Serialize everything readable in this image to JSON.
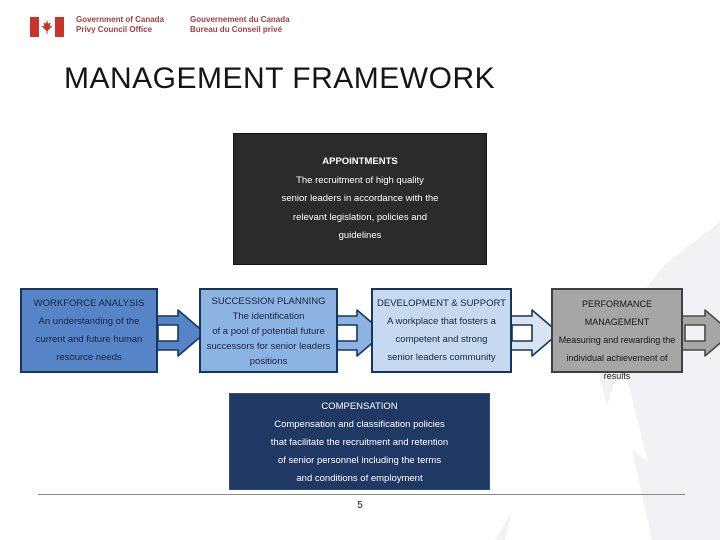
{
  "header": {
    "signature_en": "Government of Canada\nPrivy Council Office",
    "signature_fr": "Gouvernement du Canada\nBureau du Conseil privé"
  },
  "title": "MANAGEMENT FRAMEWORK",
  "diagram": {
    "appointments": {
      "heading": "APPOINTMENTS",
      "lines": [
        "The recruitment of high quality",
        "senior leaders in accordance with the",
        "relevant legislation, policies and",
        "guidelines"
      ]
    },
    "flow": [
      {
        "heading": "WORKFORCE ANALYSIS",
        "lines": [
          "An understanding of the",
          "current and future human",
          "resource needs"
        ]
      },
      {
        "heading": "SUCCESSION PLANNING",
        "lines": [
          "The identification",
          "of a pool of potential future",
          "successors for senior leaders",
          "positions"
        ]
      },
      {
        "heading": "DEVELOPMENT & SUPPORT",
        "lines": [
          "A workplace that fosters a",
          "competent and strong",
          "senior leaders community"
        ]
      },
      {
        "heading": "PERFORMANCE MANAGEMENT",
        "lines": [
          "Measuring and rewarding the",
          "individual achievement of",
          "results"
        ]
      }
    ],
    "compensation": {
      "heading": "COMPENSATION",
      "lines": [
        "Compensation and classification policies",
        "that facilitate the recruitment and retention",
        "of senior personnel including the terms",
        "and conditions of employment"
      ]
    }
  },
  "footer": {
    "page_number": "5"
  },
  "colors": {
    "appointments_box": "#2B2B2B",
    "flow_box_1": "#5585C7",
    "flow_box_2": "#8DB3E2",
    "flow_box_3": "#C6D9F1",
    "flow_box_4": "#A6A6A6",
    "flow_border": "#17365D",
    "compensation_box": "#1F3864",
    "header_text": "#9E4040",
    "flag_red": "#C8342C",
    "watermark_gray": "#F2F2F4"
  }
}
